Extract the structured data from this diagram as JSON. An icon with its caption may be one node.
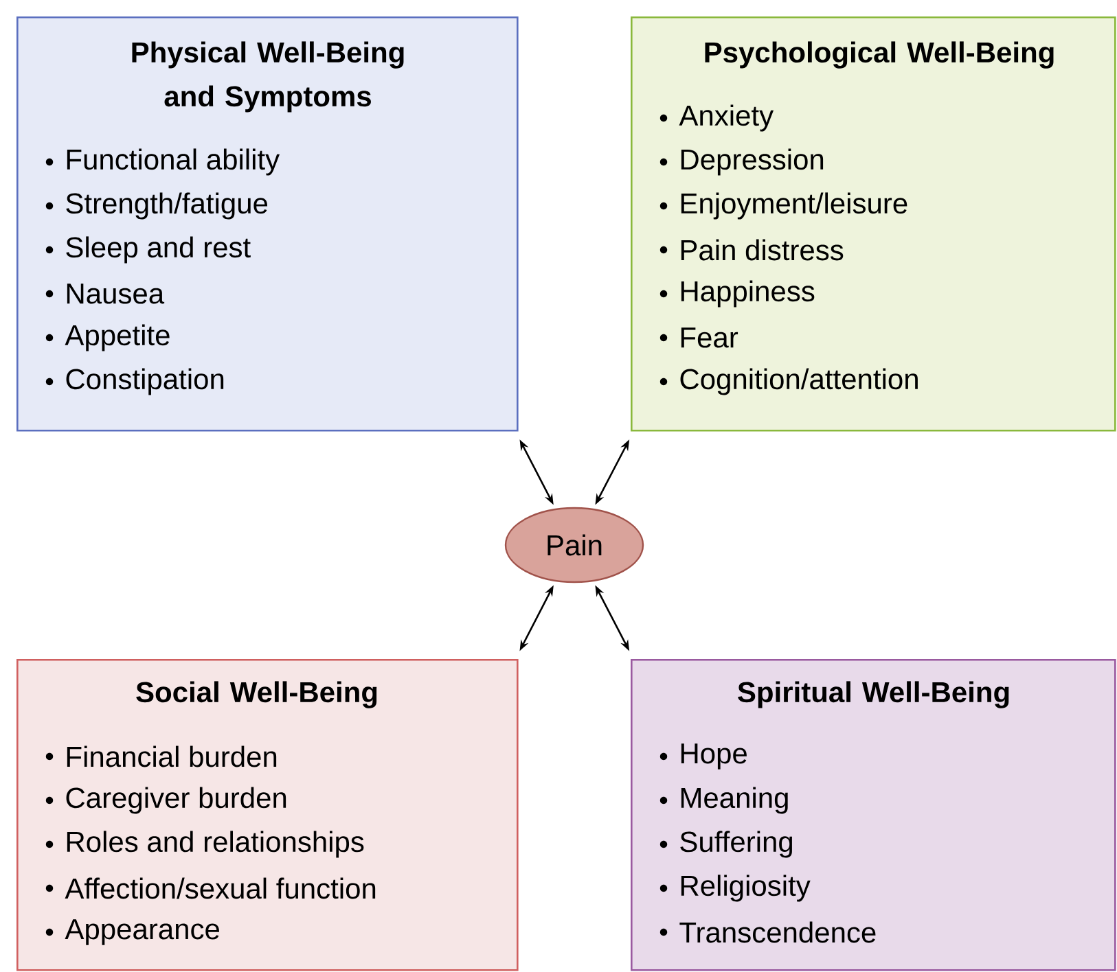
{
  "diagram": {
    "nodes": [
      {
        "text": [
          "Physical Well-Being and Symptoms",
          "Functional ability",
          "Strength/fatigue",
          "Sleep and rest",
          "Nausea",
          "Appetite",
          "Constipation"
        ]
      },
      {
        "text": [
          "Psychological Well-Being",
          "Anxiety",
          "Depression",
          "Enjoyment/leisure",
          "Pain distress",
          "Happiness",
          "Fear",
          "Cognition/attention"
        ]
      },
      {
        "text": [
          "Pain"
        ]
      },
      {
        "text": [
          "Social Well-Being",
          "Financial burden",
          "Caregiver burden",
          "Roles and relationships",
          "Affection/sexual function",
          "Appearance"
        ]
      },
      {
        "text": [
          "Spiritual Well-Being",
          "Hope",
          "Meaning",
          "Suffering",
          "Religiosity",
          "Transcendence"
        ]
      }
    ],
    "edges": [
      {
        "from": 0,
        "to": 2,
        "arrow": "both"
      },
      {
        "from": 1,
        "to": 2,
        "arrow": "both"
      },
      {
        "from": 3,
        "to": 2,
        "arrow": "both"
      },
      {
        "from": 4,
        "to": 2,
        "arrow": "both"
      }
    ]
  }
}
